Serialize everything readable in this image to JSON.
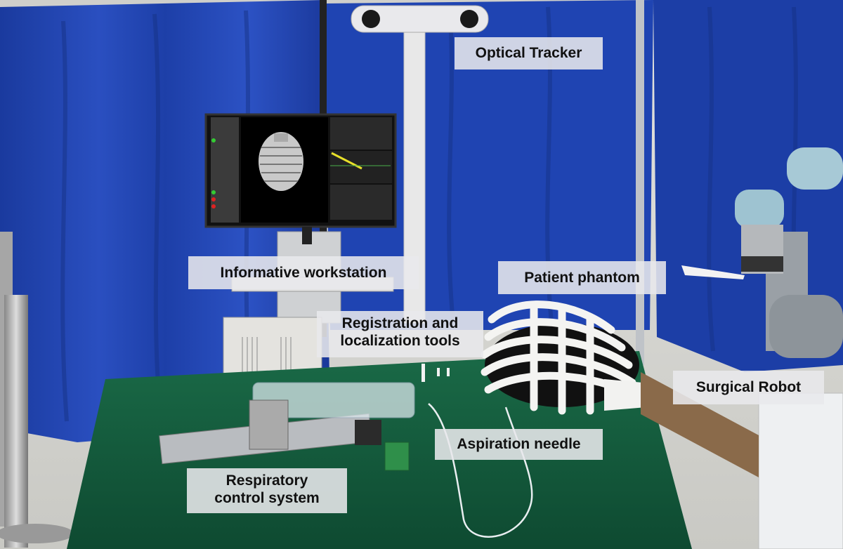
{
  "labels": {
    "optical_tracker": "Optical Tracker",
    "informative_workstation": "Informative workstation",
    "patient_phantom": "Patient phantom",
    "registration_line1": "Registration and",
    "registration_line2": "localization tools",
    "surgical_robot": "Surgical Robot",
    "aspiration_needle": "Aspiration needle",
    "respiratory_line1": "Respiratory",
    "respiratory_line2": "control system"
  },
  "colors": {
    "curtain": "#1d3fa8",
    "table_cloth": "#12563a",
    "label_bg": "#e8e8ec",
    "label_text": "#111111"
  }
}
